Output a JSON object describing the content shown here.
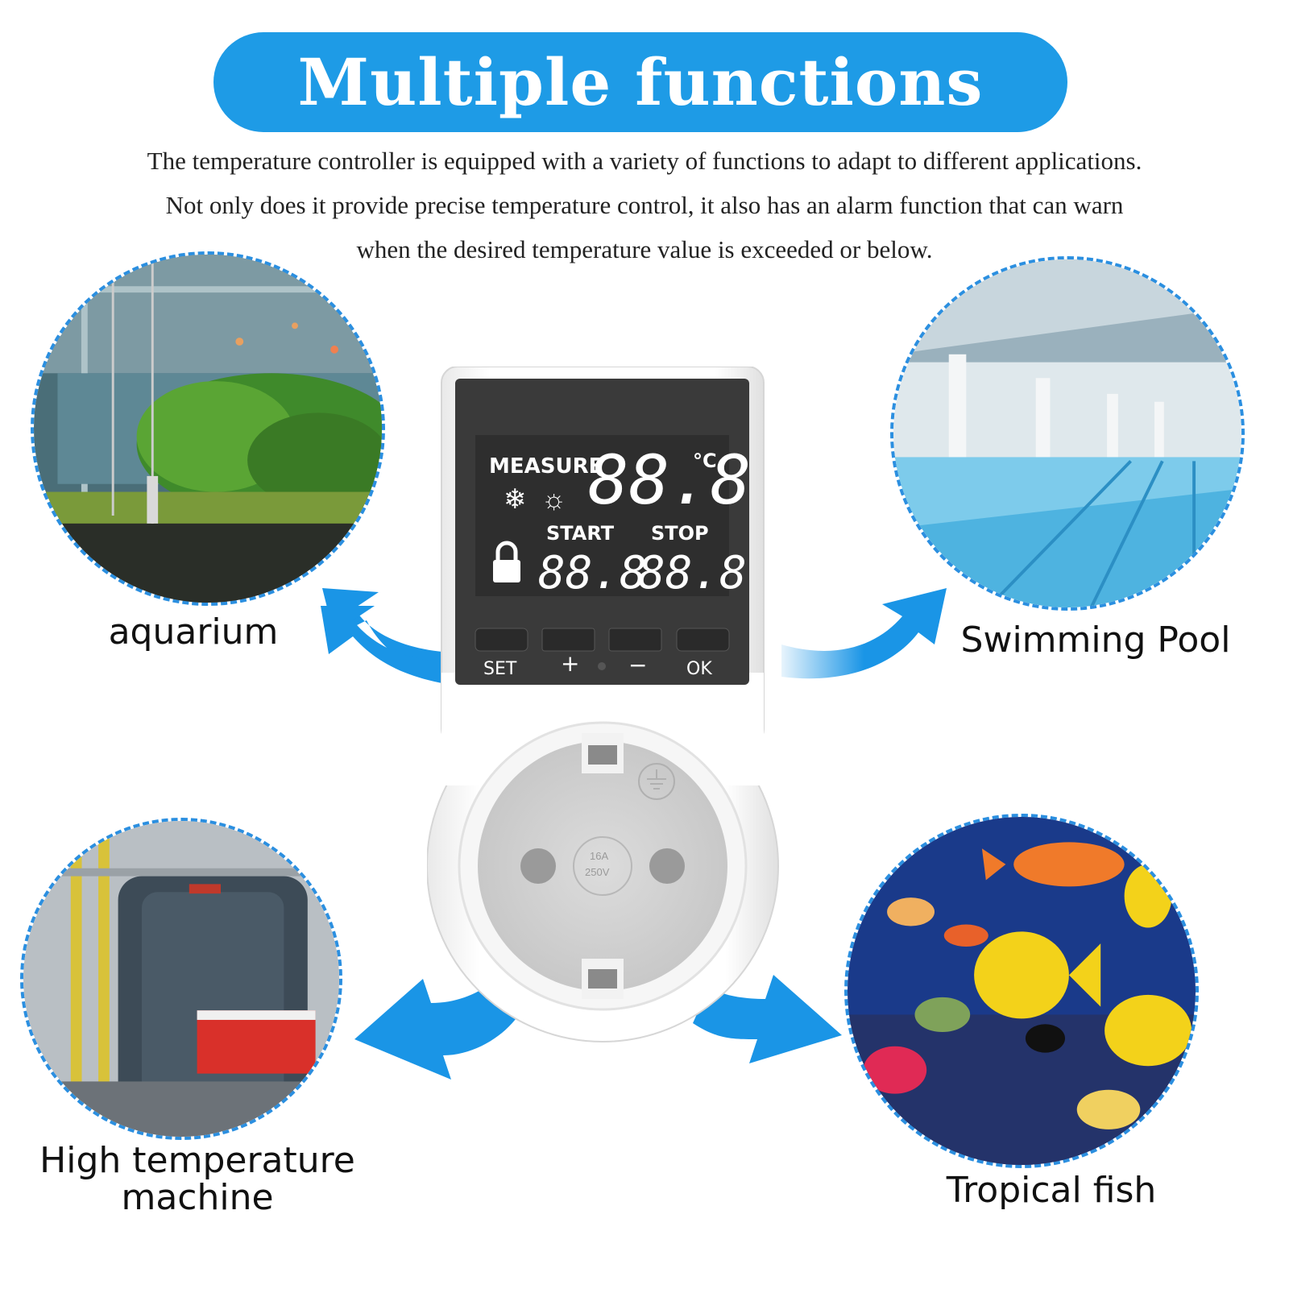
{
  "title": "Multiple functions",
  "intro_lines": [
    "The temperature controller is equipped with a variety of functions to adapt to different applications.",
    "Not only does it provide precise temperature control, it also has an alarm function that can warn",
    "when the desired temperature value is exceeded or below."
  ],
  "applications": {
    "aquarium": "aquarium",
    "pool": "Swimming Pool",
    "machine_line1": "High temperature",
    "machine_line2": "machine",
    "fish": "Tropical fish"
  },
  "display": {
    "measure_label": "MEASURE",
    "measure_value": "88.8",
    "unit": "°C",
    "start_label": "START",
    "start_value": "88.8",
    "stop_label": "STOP",
    "stop_value": "88.8"
  },
  "buttons": {
    "set": "SET",
    "plus": "+",
    "minus": "−",
    "ok": "OK"
  },
  "socket_rating_1": "16A",
  "socket_rating_2": "250V",
  "colors": {
    "accent": "#1e9be6",
    "arrow": "#1a95e6",
    "lcd": "#3a3a3a",
    "device": "#ffffff"
  }
}
